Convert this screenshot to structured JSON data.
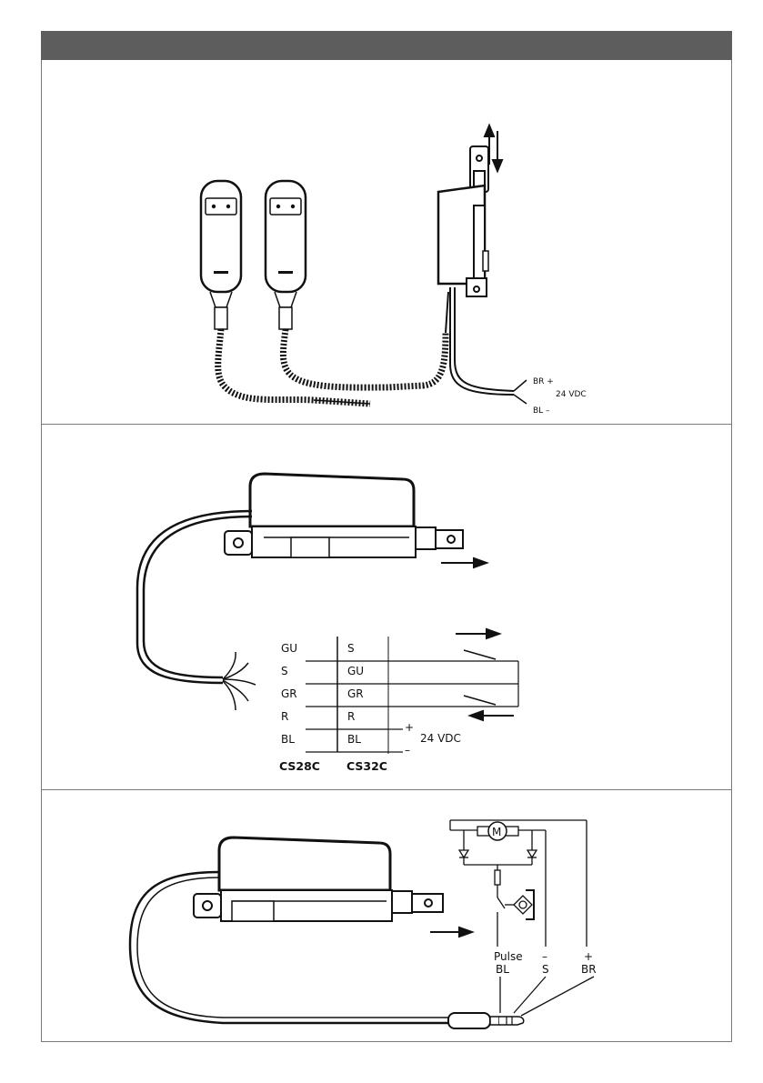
{
  "panel1": {
    "wire_br": "BR +",
    "wire_bl": "BL –",
    "voltage": "24 VDC"
  },
  "panel2": {
    "wiring_table": {
      "columns": [
        "CS28C",
        "CS32C"
      ],
      "rows": [
        [
          "GU",
          "S"
        ],
        [
          "S",
          "GU"
        ],
        [
          "GR",
          "GR"
        ],
        [
          "R",
          "R"
        ],
        [
          "BL",
          "BL"
        ]
      ]
    },
    "plus": "+",
    "minus": "–",
    "voltage": "24 VDC"
  },
  "panel3": {
    "motor": "M",
    "pulse_label": "Pulse",
    "bl_label": "BL",
    "minus": "–",
    "s_label": "S",
    "plus": "+",
    "br_label": "BR"
  }
}
